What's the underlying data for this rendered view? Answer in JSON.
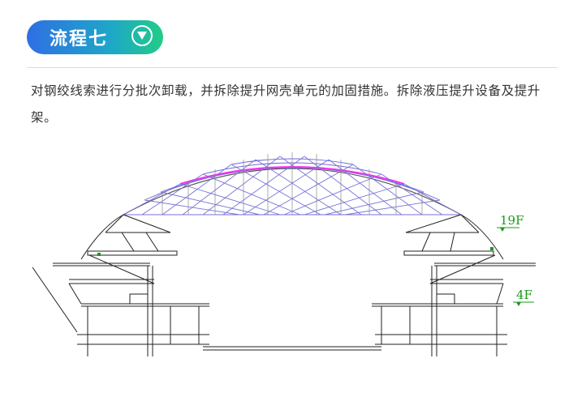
{
  "header": {
    "step_title": "流程七"
  },
  "description": "对钢绞线索进行分批次卸载，并拆除提升网壳单元的加固措施。拆除液压提升设备及提升架。",
  "drawing": {
    "level_upper": "19F",
    "level_lower": "4F",
    "colors": {
      "dome": "#6d68d8",
      "ring": "#ff2ef0",
      "structure": "#222222",
      "label": "#1a9a1a"
    }
  }
}
